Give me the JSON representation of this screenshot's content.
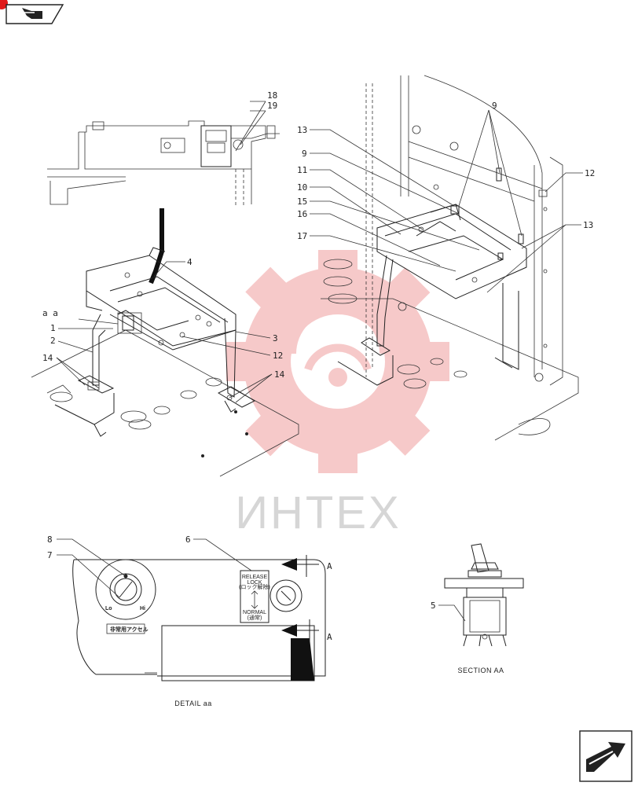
{
  "nav": {
    "prev_icon": "arrow-right-tab-icon",
    "next_icon": "arrow-next-page-icon"
  },
  "watermark": {
    "text": "ИНТЕХ",
    "color": "#f2b3b3",
    "text_color": "#d9d9d9"
  },
  "callouts": {
    "c18": "18",
    "c19": "19",
    "c13a": "13",
    "c9a": "9",
    "c11": "11",
    "c10": "10",
    "c15": "15",
    "c16": "16",
    "c17": "17",
    "c9b": "9",
    "c12a": "12",
    "c13b": "13",
    "c4": "4",
    "caa": "a a",
    "c1": "1",
    "c2": "2",
    "c14a": "14",
    "c3": "3",
    "c12b": "12",
    "c14b": "14",
    "c8": "8",
    "c7": "7",
    "c6": "6",
    "c5": "5",
    "cA1": "A",
    "cA2": "A"
  },
  "switch_panel": {
    "lo": "Lo",
    "hi": "Hi",
    "jp_label": "非常用アクセル",
    "release": "RELEASE",
    "lock": "LOCK",
    "lock_jp": "(ロック解除)",
    "normal": "NORMAL",
    "normal_jp": "(通常)"
  },
  "captions": {
    "detail": "DETAIL aa",
    "section": "SECTION AA"
  }
}
